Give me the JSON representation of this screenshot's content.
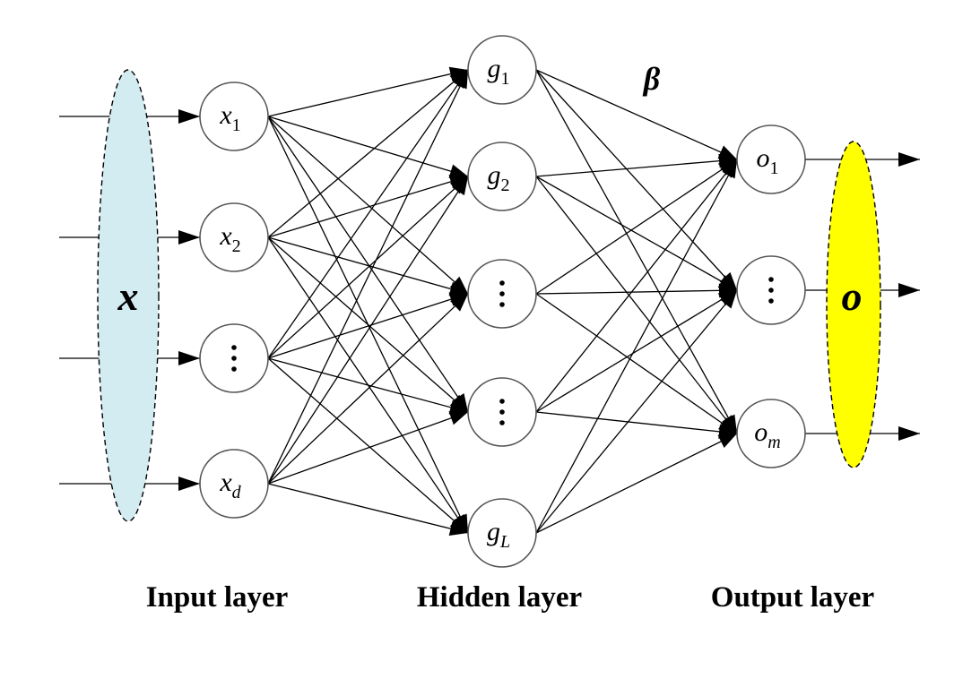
{
  "title": "Extreme learning machine network structure",
  "colors": {
    "input_ellipse_fill": "#d3ecf2",
    "output_ellipse_fill": "#ffff00",
    "edge": "#000000",
    "node_stroke": "#555555"
  },
  "input_vector_label": "x",
  "output_vector_label": "o",
  "weights_label": "β",
  "layers": {
    "input": {
      "label": "Input layer",
      "nodes": [
        {
          "base": "x",
          "sub": "1",
          "type": "var"
        },
        {
          "base": "x",
          "sub": "2",
          "type": "var"
        },
        {
          "type": "ellipsis"
        },
        {
          "base": "x",
          "sub": "d",
          "type": "var",
          "sub_italic": true
        }
      ]
    },
    "hidden": {
      "label": "Hidden layer",
      "nodes": [
        {
          "base": "g",
          "sub": "1",
          "type": "var"
        },
        {
          "base": "g",
          "sub": "2",
          "type": "var"
        },
        {
          "type": "ellipsis"
        },
        {
          "type": "ellipsis"
        },
        {
          "base": "g",
          "sub": "L",
          "type": "var",
          "sub_italic": true
        }
      ]
    },
    "output": {
      "label": "Output layer",
      "nodes": [
        {
          "base": "o",
          "sub": "1",
          "type": "var"
        },
        {
          "type": "ellipsis"
        },
        {
          "base": "o",
          "sub": "m",
          "type": "var",
          "sub_italic": true
        }
      ]
    }
  },
  "connectivity": "fully-connected"
}
